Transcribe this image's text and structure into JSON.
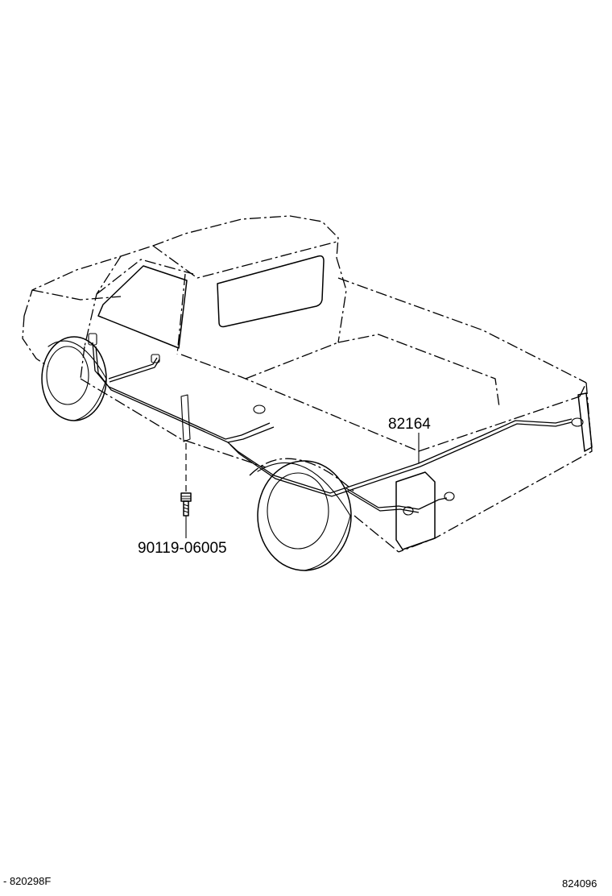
{
  "diagram": {
    "parts": [
      {
        "number": "82164"
      },
      {
        "number": "90119-06005"
      }
    ],
    "footer": {
      "left_code": "- 820298F",
      "right_code": "824096"
    }
  }
}
